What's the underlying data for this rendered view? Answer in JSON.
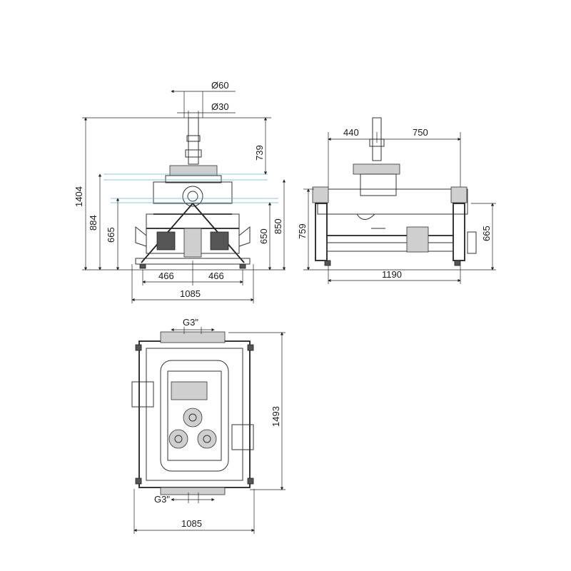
{
  "front_view": {
    "dia_outer": "Ø60",
    "dia_inner": "Ø30",
    "height_total": "1404",
    "height_upper": "739",
    "height_884": "884",
    "height_665": "665",
    "height_650": "650",
    "height_850": "850",
    "half_left": "466",
    "half_right": "466",
    "width": "1085"
  },
  "side_view": {
    "offset_left": "440",
    "offset_right": "750",
    "height_left": "759",
    "height_right": "665",
    "width": "1190"
  },
  "top_view": {
    "port_top": "G3\"",
    "port_bottom": "G3\"",
    "depth": "1493",
    "width": "1085"
  }
}
